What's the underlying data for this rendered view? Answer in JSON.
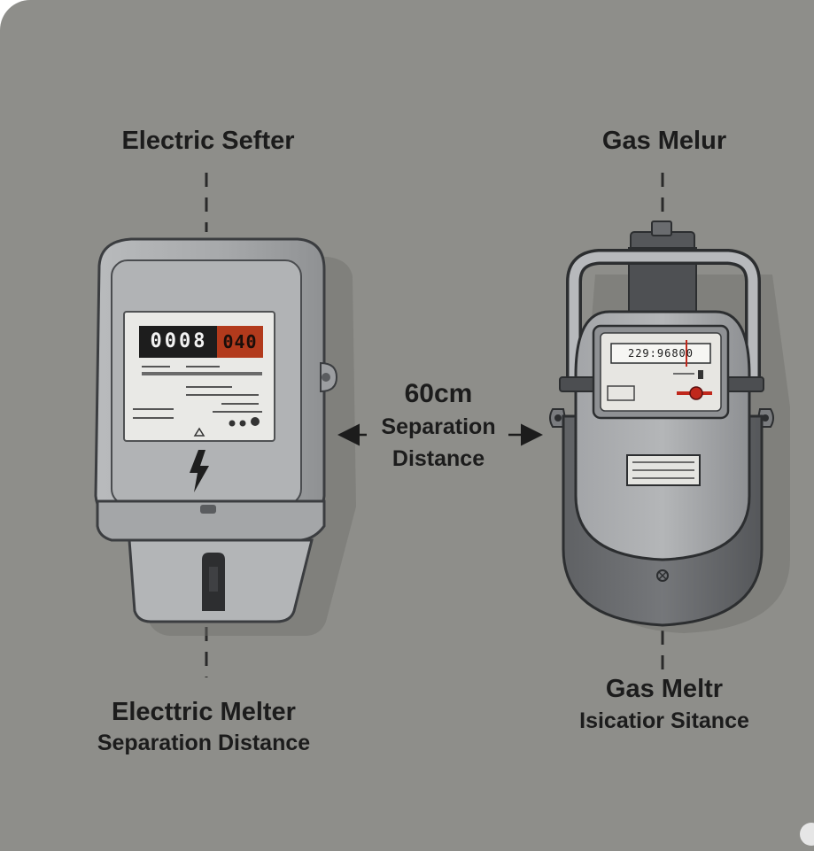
{
  "labels": {
    "electric_top": "Electric Sefter",
    "gas_top": "Gas Melur",
    "distance_value": "60cm",
    "distance_line1": "Separation",
    "distance_line2": "Distance",
    "electric_bottom_line1": "Electtric Melter",
    "electric_bottom_line2": "Separation Distance",
    "gas_bottom_line1": "Gas Meltr",
    "gas_bottom_line2": "Isicatior Sitance"
  },
  "electric_meter": {
    "display_black": "0008",
    "display_red": "040",
    "icon": "lightning-bolt-icon"
  },
  "gas_meter": {
    "counter": "229:96800"
  },
  "colors": {
    "background": "#8e8e8a",
    "text": "#1c1c1c",
    "meter_body": "#a9abad",
    "display_red": "#b23a1c",
    "gas_dial_red": "#c0281c"
  }
}
